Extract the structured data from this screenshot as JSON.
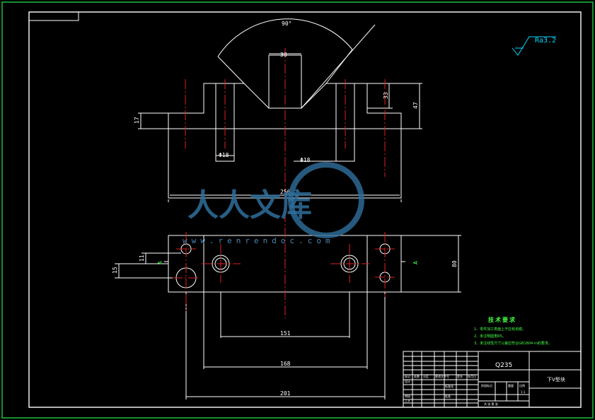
{
  "drawing": {
    "surface_finish": "Ra3.2",
    "dimensions": {
      "angle": "90°",
      "slot_width": "30",
      "v_depth": "33",
      "height_total": "47",
      "base_height": "17",
      "length_total": "256",
      "hole_dia_left": "Φ18",
      "hole_dia_right": "Φ18",
      "section_width": "80",
      "offset_11": "11",
      "offset_15": "15",
      "span_151": "151",
      "span_168": "168",
      "span_201": "201"
    },
    "section_mark": "A",
    "tech_requirements": {
      "title": "技术要求",
      "items": [
        "1、零件加工表面上不应有划痕。",
        "2、未注明圆角R5。",
        "3、未注线性尺寸公差应符合GB1804-m的要求。"
      ]
    },
    "title_block": {
      "material": "Q235",
      "part_name": "下V型块",
      "cells": [
        "标记",
        "处数",
        "分区",
        "更改文件号",
        "签名",
        "年月日",
        "设计",
        "标准化",
        "审核",
        "工艺",
        "批准",
        "阶段标记",
        "重量",
        "比例",
        "共 张 第 张"
      ],
      "scale": "1:1"
    },
    "watermark": {
      "text": "人人文库",
      "url": "www.renrendoc.com"
    }
  }
}
